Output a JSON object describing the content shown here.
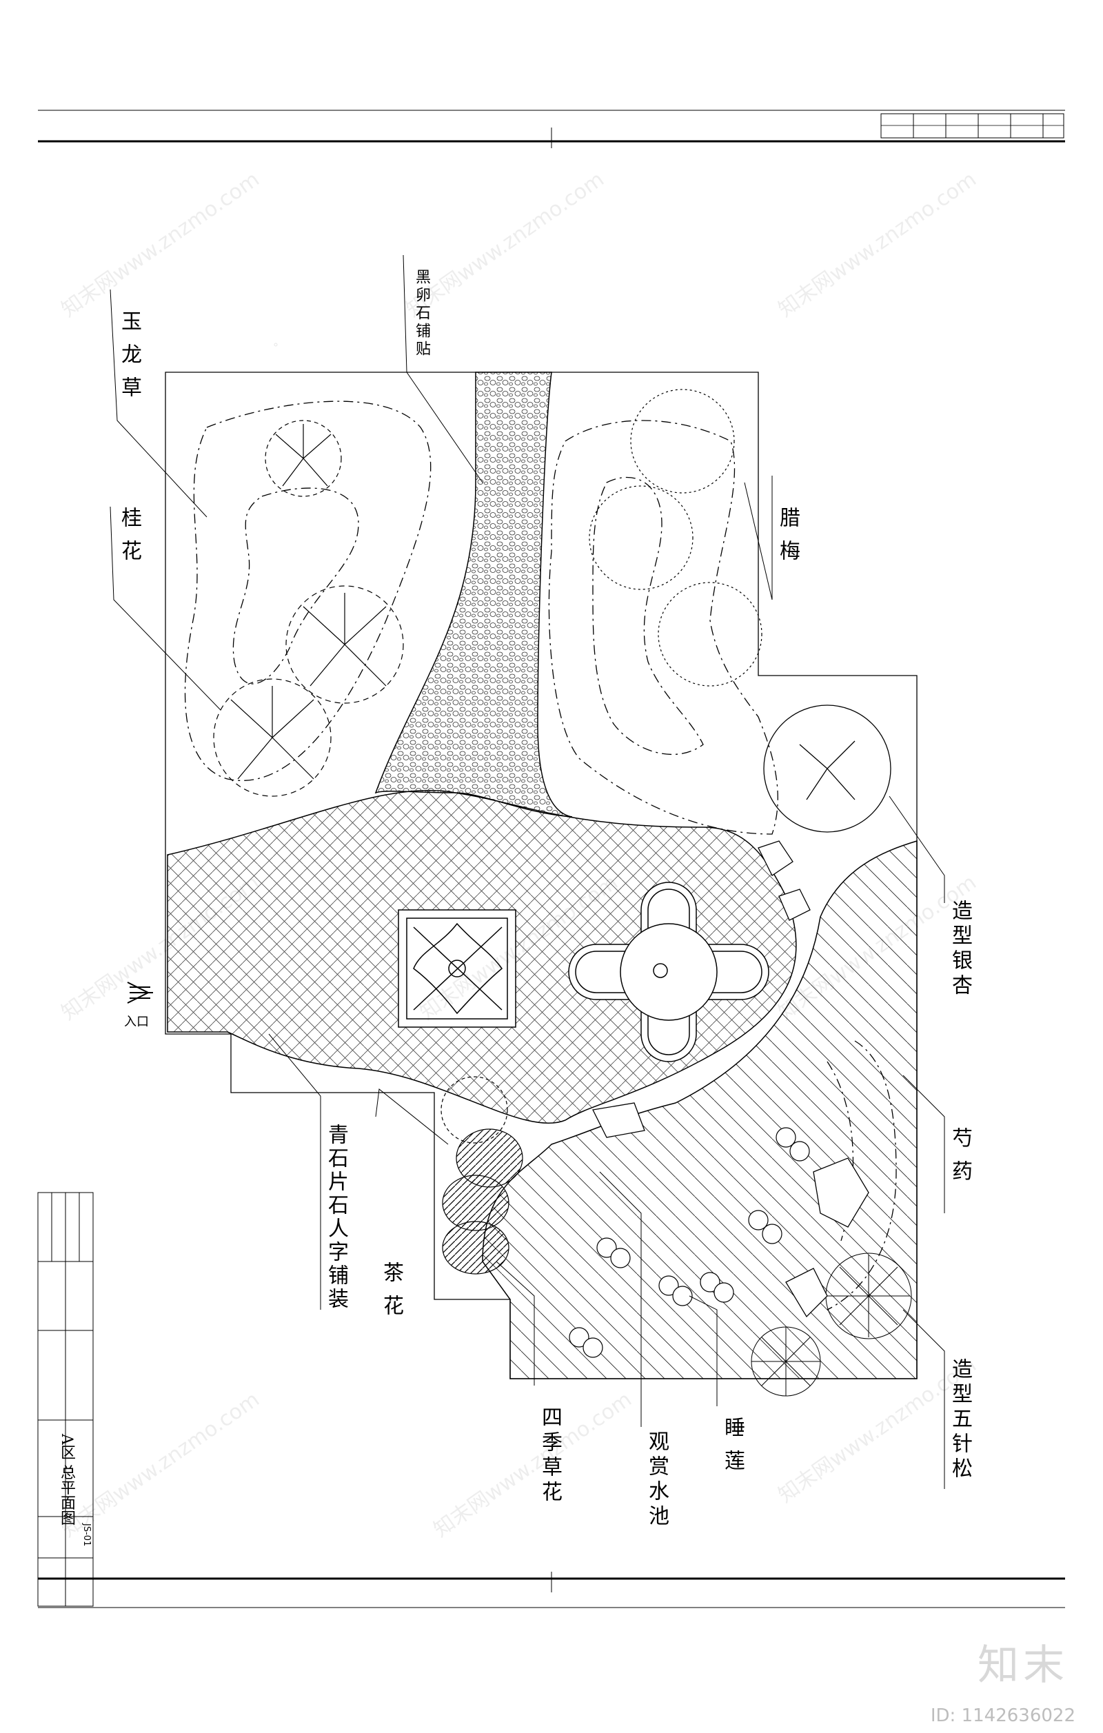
{
  "labels": {
    "yujiancao": "玉龙草",
    "guihua": "桂花",
    "heiluanshi": "黑卵石铺贴",
    "lamei": "腊梅",
    "zaoxing_yinxing": "造型银杏",
    "rukou": "入口",
    "qingshi": "青石片石人字铺装",
    "chahua": "茶花",
    "shaoyao": "芍药",
    "zaoxing_wuzhensong": "造型五针松",
    "shuilian": "睡莲",
    "guanshang_shuichi": "观赏水池",
    "siji_caohua": "四季草花"
  },
  "title_block": {
    "drawing_no": "A区 总平面图",
    "code": "JS-01"
  },
  "watermark": {
    "site": "知末网www.znzmo.com",
    "logo": "知末",
    "id": "ID: 1142636022"
  },
  "colors": {
    "line": "#000000",
    "watermark": "#cfcfcf"
  }
}
